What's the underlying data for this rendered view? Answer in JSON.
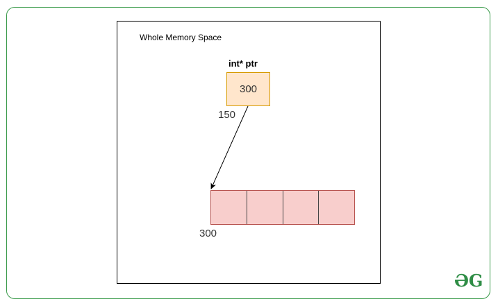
{
  "diagram": {
    "memory_label": "Whole Memory Space",
    "pointer": {
      "label": "int* ptr",
      "value": "300",
      "address": "150"
    },
    "array": {
      "cell_count": 4,
      "address": "300"
    }
  },
  "logo": {
    "text": "ƏG"
  },
  "colors": {
    "frame_border": "#3a9a4a",
    "pointer_fill": "#ffe6cc",
    "pointer_border": "#d79b00",
    "array_fill": "#f8cecc",
    "array_border": "#b85450",
    "logo": "#2f8d46"
  }
}
